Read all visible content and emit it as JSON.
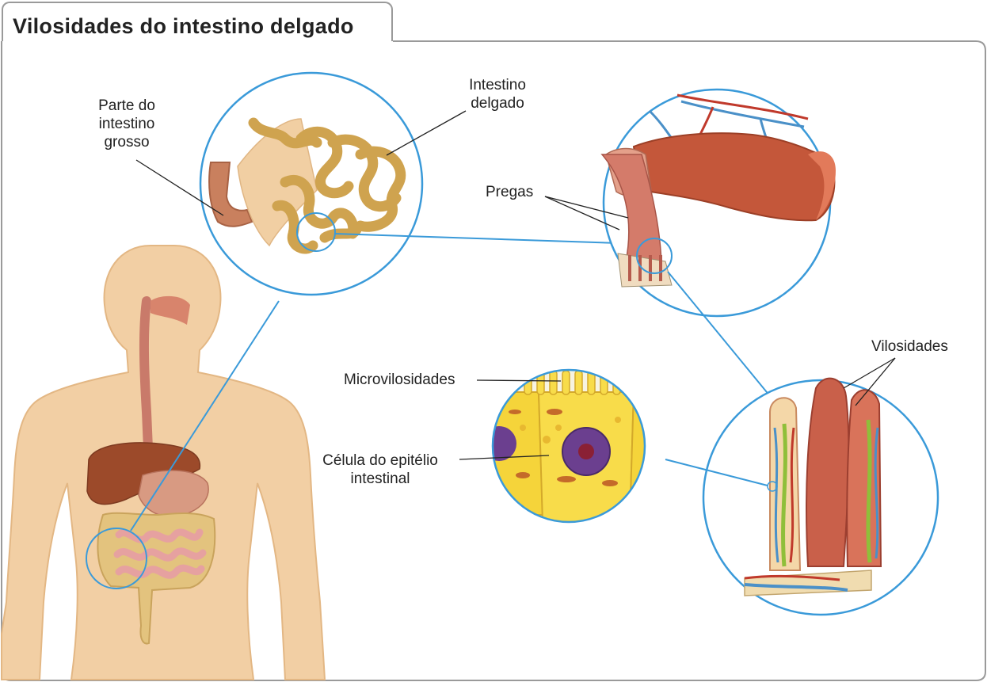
{
  "title": "Vilosidades do intestino delgado",
  "labels": {
    "large_intestine_part": [
      "Parte do",
      "intestino",
      "grosso"
    ],
    "small_intestine": [
      "Intestino",
      "delgado"
    ],
    "folds": "Pregas",
    "villi": "Vilosidades",
    "microvilli": "Microvilosidades",
    "epithelial_cell": [
      "Célula do epitélio",
      "intestinal"
    ]
  },
  "colors": {
    "frame": "#9a9a9a",
    "callout": "#3a9ad9",
    "skin": "#f2cfa4",
    "intestine": "#d9b16a",
    "muscle": "#c4573a",
    "cell": "#f5d43a",
    "nucleus": "#6b3f8f"
  }
}
